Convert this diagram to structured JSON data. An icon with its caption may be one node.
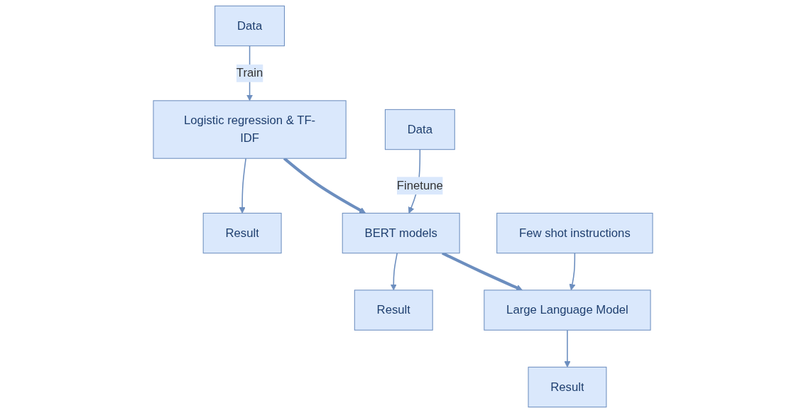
{
  "diagram": {
    "nodes": [
      {
        "text": [
          "Data"
        ]
      },
      {
        "text": [
          "Logistic regression & TF-IDF"
        ]
      },
      {
        "text": [
          "Result"
        ]
      },
      {
        "text": [
          "Data"
        ]
      },
      {
        "text": [
          "BERT models"
        ]
      },
      {
        "text": [
          "Result"
        ]
      },
      {
        "text": [
          "Few shot instructions"
        ]
      },
      {
        "text": [
          "Large Language Model"
        ]
      },
      {
        "text": [
          "Result"
        ]
      }
    ],
    "edges": [
      {
        "from": 0,
        "to": 1,
        "arrow": "to",
        "label": "Train"
      },
      {
        "from": 1,
        "to": 2,
        "arrow": "to"
      },
      {
        "from": 3,
        "to": 4,
        "arrow": "to",
        "label": "Finetune"
      },
      {
        "from": 4,
        "to": 5,
        "arrow": "to"
      },
      {
        "from": 6,
        "to": 7,
        "arrow": "to"
      },
      {
        "from": 7,
        "to": 8,
        "arrow": "to"
      },
      {
        "from": 1,
        "to": 4,
        "arrow": "to",
        "style": "thick"
      },
      {
        "from": 4,
        "to": 7,
        "arrow": "to",
        "style": "thick"
      }
    ]
  }
}
